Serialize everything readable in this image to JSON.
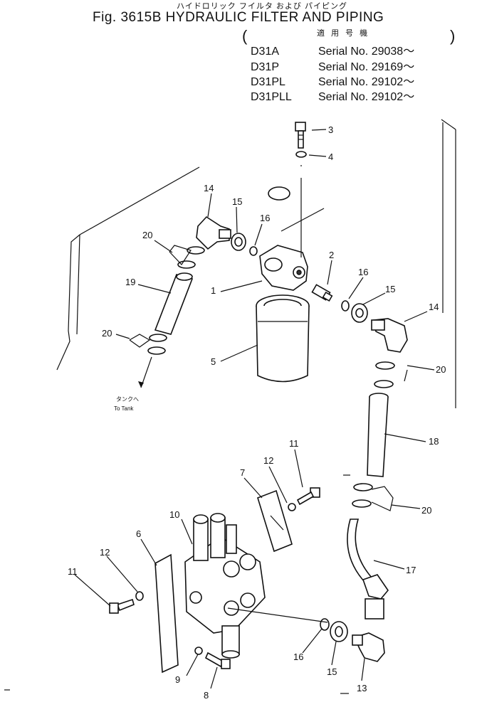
{
  "header": {
    "japanese_title": "ハイドロリック フイルタ および パイピング",
    "title": "Fig. 3615B  HYDRAULIC FILTER AND PIPING",
    "applicability_label": "適 用 号 機",
    "serials": [
      {
        "model": "D31A",
        "serial": "Serial No. 29038～"
      },
      {
        "model": "D31P",
        "serial": "Serial No. 29169～"
      },
      {
        "model": "D31PL",
        "serial": "Serial No. 29102～"
      },
      {
        "model": "D31PLL",
        "serial": "Serial No. 29102～"
      }
    ]
  },
  "callouts": {
    "c1": "1",
    "c2": "2",
    "c3": "3",
    "c4": "4",
    "c5": "5",
    "c6": "6",
    "c7": "7",
    "c8": "8",
    "c9": "9",
    "c10": "10",
    "c11a": "11",
    "c11b": "11",
    "c12a": "12",
    "c12b": "12",
    "c13": "13",
    "c14a": "14",
    "c14b": "14",
    "c15a": "15",
    "c15b": "15",
    "c15c": "15",
    "c16a": "16",
    "c16b": "16",
    "c16c": "16",
    "c17": "17",
    "c18": "18",
    "c19": "19",
    "c20a": "20",
    "c20b": "20",
    "c20c": "20",
    "c20d": "20"
  },
  "annotations": {
    "to_tank_jp": "タンクへ",
    "to_tank_en": "To Tank"
  }
}
